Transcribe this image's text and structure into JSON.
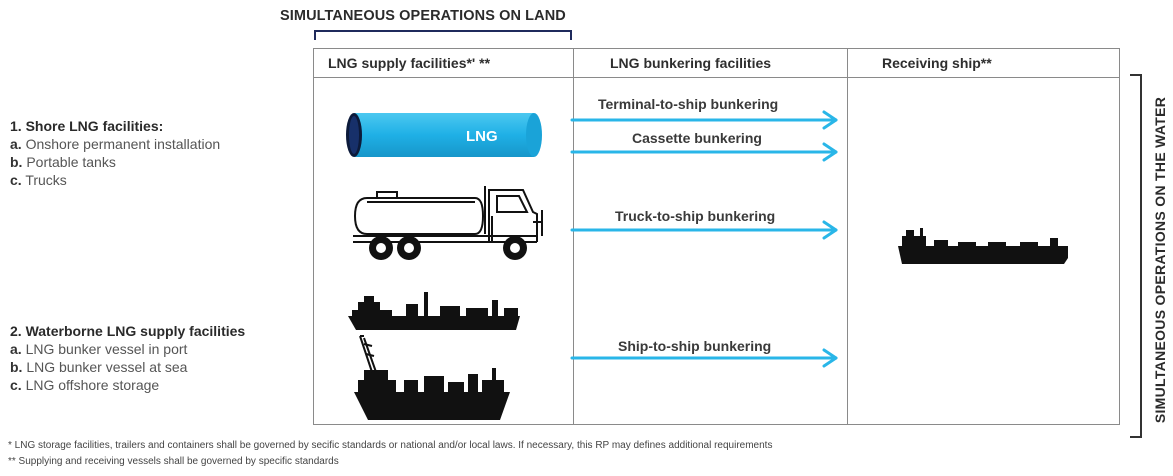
{
  "land_title": "SIMULTANEOUS OPERATIONS ON LAND",
  "water_title": "SIMULTANEOUS OPERATIONS ON THE WATER",
  "headers": {
    "supply": "LNG supply facilities*' **",
    "bunkering": "LNG bunkering facilities",
    "receiving": "Receiving ship**"
  },
  "shore": {
    "title": "1. Shore LNG facilities:",
    "items": [
      {
        "letter": "a.",
        "text": " Onshore permanent installation"
      },
      {
        "letter": "b.",
        "text": " Portable tanks"
      },
      {
        "letter": "c.",
        "text": " Trucks"
      }
    ]
  },
  "waterborne": {
    "title": "2. Waterborne LNG supply facilities",
    "items": [
      {
        "letter": "a.",
        "text": " LNG bunker vessel in port"
      },
      {
        "letter": "b.",
        "text": " LNG bunker vessel at sea"
      },
      {
        "letter": "c.",
        "text": " LNG offshore storage"
      }
    ]
  },
  "tank_label": "LNG",
  "arrows": {
    "terminal": "Terminal-to-ship bunkering",
    "cassette": "Cassette bunkering",
    "truck": "Truck-to-ship bunkering",
    "ship": "Ship-to-ship bunkering"
  },
  "footnotes": {
    "one": "*   LNG storage facilities, trailers and containers shall be governed by secific standards or national and/or local laws. If necessary, this RP may defines additional requirements",
    "two": "**  Supplying and receiving vessels shall be governed by specific standards"
  },
  "colors": {
    "arrow": "#29b6e8",
    "tank": "#1fb0e6",
    "bracket": "#1f2a5c"
  }
}
